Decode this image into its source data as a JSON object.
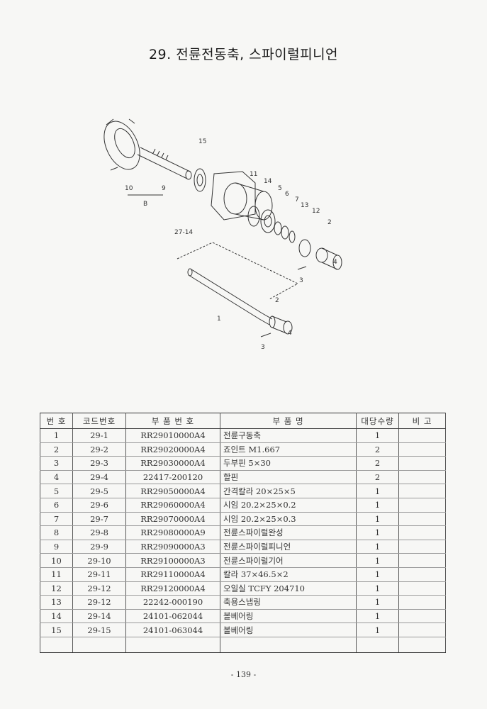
{
  "title": "29. 전륜전동축, 스파이럴피니언",
  "diagram": {
    "callouts": [
      "1",
      "2",
      "3",
      "4",
      "2",
      "3",
      "4",
      "5",
      "6",
      "7",
      "9",
      "10",
      "11",
      "12",
      "13",
      "14",
      "15",
      "B",
      "27-14"
    ]
  },
  "table": {
    "headers": [
      "번 호",
      "코드번호",
      "부 품 번 호",
      "부    품    명",
      "대당수량",
      "비 고"
    ],
    "rows": [
      {
        "no": "1",
        "code": "29-1",
        "part_no": "RR29010000A4",
        "name": "전륜구동축",
        "qty": "1",
        "note": ""
      },
      {
        "no": "2",
        "code": "29-2",
        "part_no": "RR29020000A4",
        "name": "죠인트 M1.667",
        "qty": "2",
        "note": ""
      },
      {
        "no": "3",
        "code": "29-3",
        "part_no": "RR29030000A4",
        "name": "두부핀 5×30",
        "qty": "2",
        "note": ""
      },
      {
        "no": "4",
        "code": "29-4",
        "part_no": "22417-200120",
        "name": "할핀",
        "qty": "2",
        "note": ""
      },
      {
        "no": "5",
        "code": "29-5",
        "part_no": "RR29050000A4",
        "name": "간격칼라 20×25×5",
        "qty": "1",
        "note": ""
      },
      {
        "no": "6",
        "code": "29-6",
        "part_no": "RR29060000A4",
        "name": "시임 20.2×25×0.2",
        "qty": "1",
        "note": ""
      },
      {
        "no": "7",
        "code": "29-7",
        "part_no": "RR29070000A4",
        "name": "시임 20.2×25×0.3",
        "qty": "1",
        "note": ""
      },
      {
        "no": "8",
        "code": "29-8",
        "part_no": "RR29080000A9",
        "name": "전륜스파이럴완성",
        "qty": "1",
        "note": ""
      },
      {
        "no": "9",
        "code": "29-9",
        "part_no": "RR29090000A3",
        "name": "전륜스파이럴피니언",
        "qty": "1",
        "note": ""
      },
      {
        "no": "10",
        "code": "29-10",
        "part_no": "RR29100000A3",
        "name": "전륜스파이럴기어",
        "qty": "1",
        "note": ""
      },
      {
        "no": "11",
        "code": "29-11",
        "part_no": "RR29110000A4",
        "name": "칼라 37×46.5×2",
        "qty": "1",
        "note": ""
      },
      {
        "no": "12",
        "code": "29-12",
        "part_no": "RR29120000A4",
        "name": "오일실 TCFY 204710",
        "qty": "1",
        "note": ""
      },
      {
        "no": "13",
        "code": "29-12",
        "part_no": "22242-000190",
        "name": "축용스냅링",
        "qty": "1",
        "note": ""
      },
      {
        "no": "14",
        "code": "29-14",
        "part_no": "24101-062044",
        "name": "볼베어링",
        "qty": "1",
        "note": ""
      },
      {
        "no": "15",
        "code": "29-15",
        "part_no": "24101-063044",
        "name": "볼베어링",
        "qty": "1",
        "note": ""
      },
      {
        "no": "",
        "code": "",
        "part_no": "",
        "name": "",
        "qty": "",
        "note": ""
      }
    ]
  },
  "page_number": "- 139 -"
}
